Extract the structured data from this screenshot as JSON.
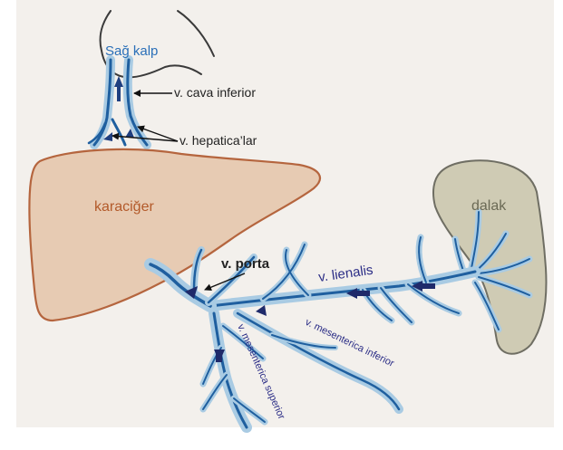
{
  "labels": {
    "heart": "Sağ kalp",
    "ivc": "v. cava inferior",
    "hepatic": "v. hepatica’lar",
    "liver": "karaciğer",
    "spleen": "dalak",
    "portal": "v. porta",
    "splenic": "v. lienalis",
    "imv": "v. mesenterica inferior",
    "smv": "v. mesenterica superior"
  },
  "colors": {
    "paper": "#f3f0ec",
    "vein": "#1f5f9f",
    "vein_light": "#a9cbe3",
    "liver_fill": "#e7cbb3",
    "liver_outline": "#b5653e",
    "spleen_fill": "#cfcbb4",
    "spleen_outline": "#6f6e63",
    "label_blue": "#2a6fb8",
    "label_navy": "#2b2d86",
    "label_orange": "#b35a2a",
    "label_olive": "#6b6a55",
    "label_dark": "#222222"
  }
}
